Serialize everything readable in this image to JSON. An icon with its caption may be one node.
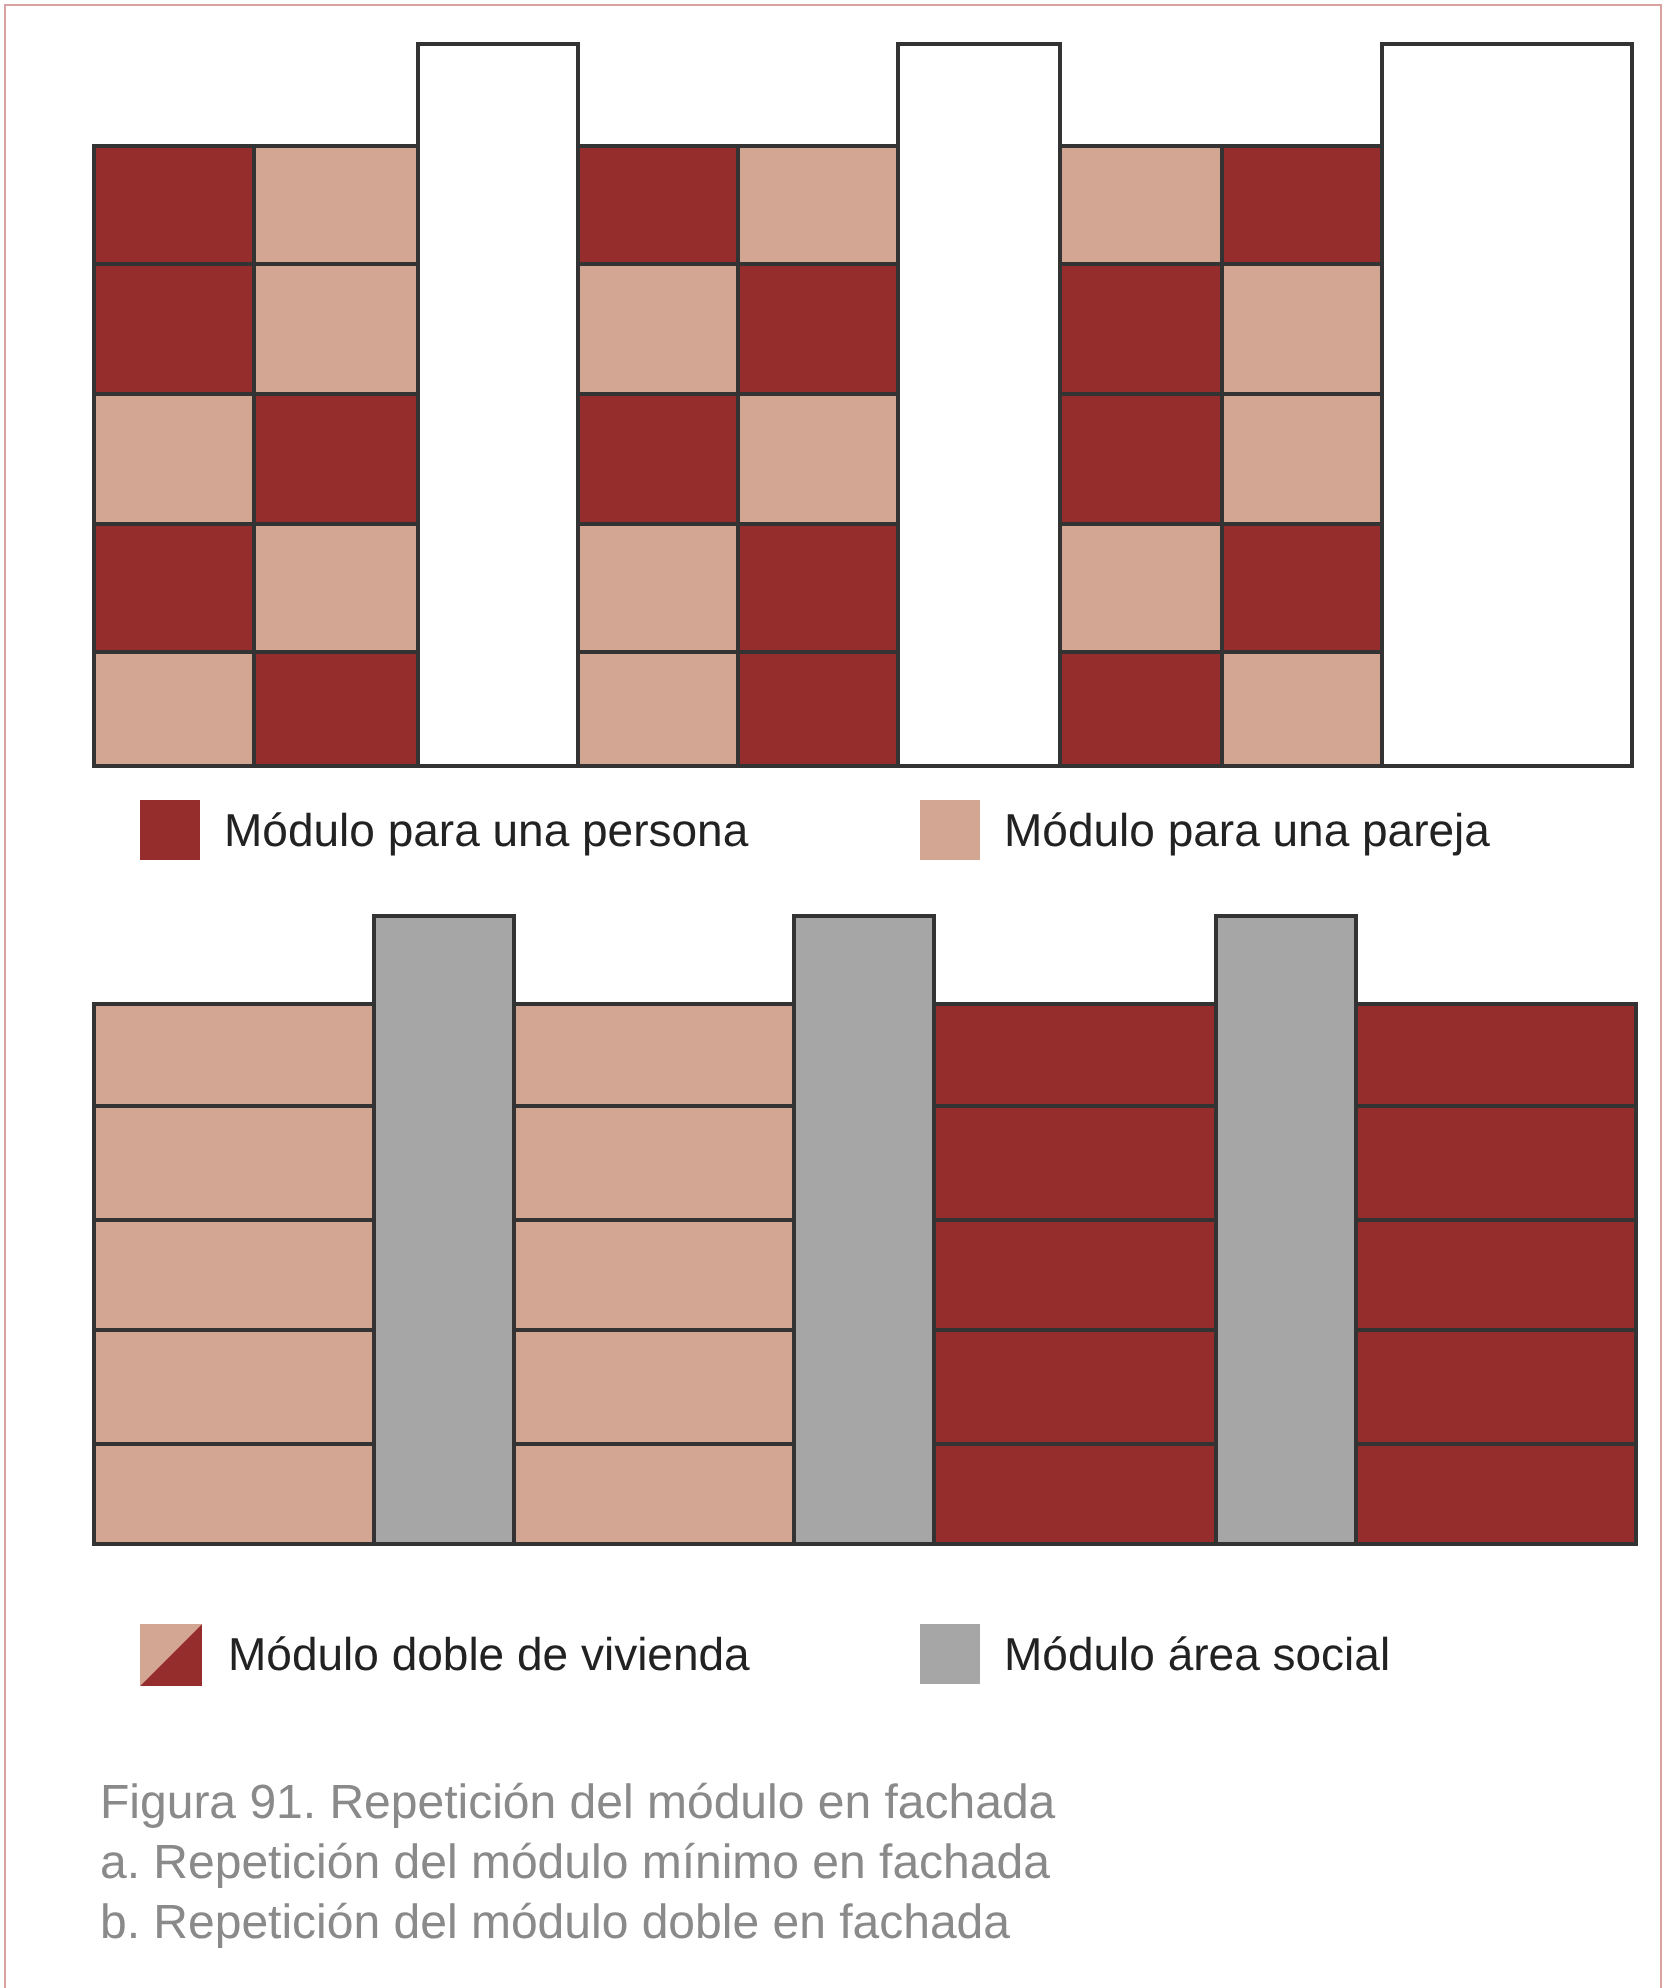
{
  "diagram": {
    "caption": "Figura 91. Repetición del módulo en fachada",
    "labels": [
      "a. Repetición del módulo mínimo en fachada",
      "b. Repetición del módulo doble en fachada"
    ],
    "legend": [
      {
        "text": "Módulo para una persona",
        "color": "#952d2d"
      },
      {
        "text": "Módulo para una pareja",
        "color": "#d3a593"
      },
      {
        "text": "Módulo doble de vivienda"
      },
      {
        "text": "Módulo área social",
        "color": "#a6a6a6"
      }
    ]
  }
}
